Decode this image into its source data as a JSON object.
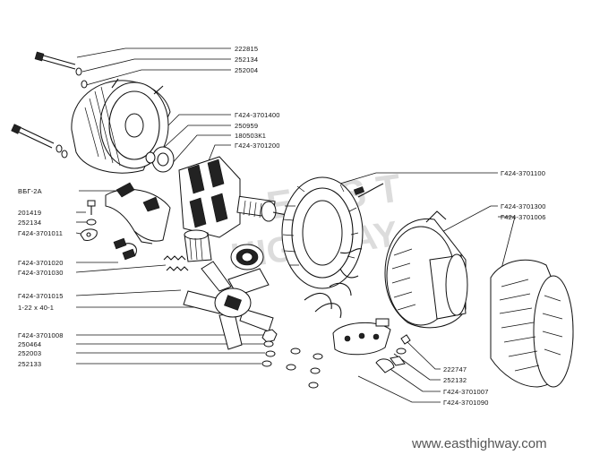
{
  "labels": {
    "p222815": "222815",
    "p252134_top": "252134",
    "p252004": "252004",
    "pG424_3701400": "Г424-3701400",
    "p250959": "250959",
    "p180503K1": "180503К1",
    "pG424_3701200": "Г424-3701200",
    "pG424_3701100": "Г424-3701100",
    "pVBG_2A": "ВБГ-2А",
    "p201419": "201419",
    "p252134_mid": "252134",
    "pG424_3701011": "Г424-3701011",
    "pG424_3701300": "Г424-3701300",
    "pG424_3701006": "Г424-3701006",
    "pG424_3701020": "Г424-3701020",
    "pG424_3701030": "Г424-3701030",
    "pG424_3701015": "Г424-3701015",
    "p1_22x40_1": "1-22 x 40-1",
    "pG424_3701008": "Г424-3701008",
    "p250464": "250464",
    "p252003": "252003",
    "p252133": "252133",
    "p222747": "222747",
    "p252132": "252132",
    "pG424_3701007": "Г424-3701007",
    "pG424_3701090": "Г424-3701090"
  },
  "watermark": {
    "text": "www.easthighway.com"
  }
}
